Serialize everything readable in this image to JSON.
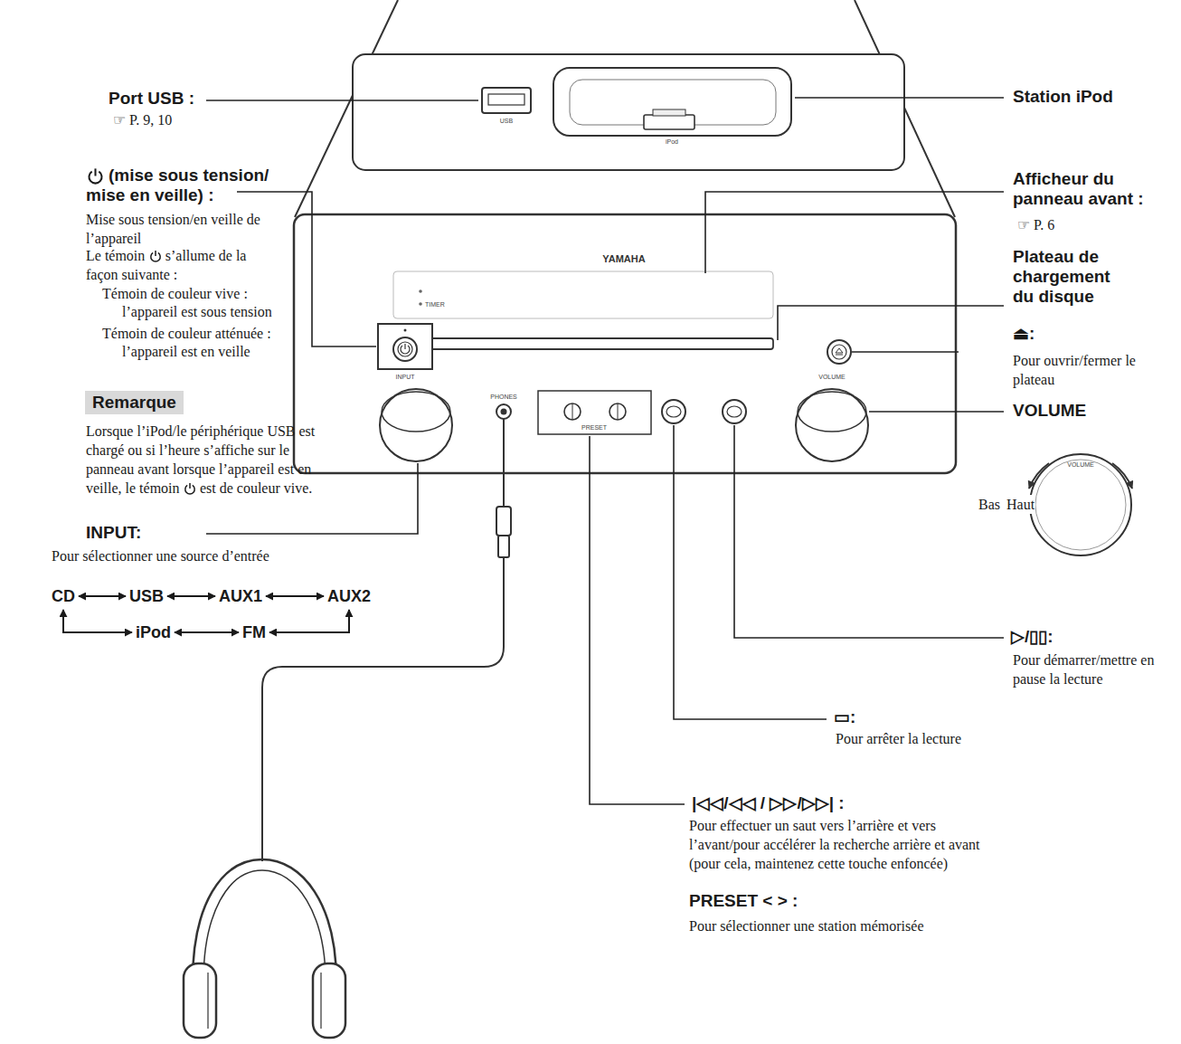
{
  "diagram": {
    "nodes": [
      {
        "text": [
          "Remarque"
        ]
      },
      {
        "text": [
          "CD"
        ]
      },
      {
        "text": [
          "USB"
        ]
      },
      {
        "text": [
          "AUX1"
        ]
      },
      {
        "text": [
          "AUX2"
        ]
      },
      {
        "text": [
          "iPod"
        ]
      },
      {
        "text": [
          "FM"
        ]
      }
    ],
    "edges": [
      {
        "from": 1,
        "to": 2,
        "arrow": "both"
      },
      {
        "from": 2,
        "to": 3,
        "arrow": "both"
      },
      {
        "from": 3,
        "to": 4,
        "arrow": "both"
      },
      {
        "from": 1,
        "to": 5,
        "arrow": "both"
      },
      {
        "from": 5,
        "to": 6,
        "arrow": "both"
      },
      {
        "from": 6,
        "to": 4,
        "arrow": "both"
      }
    ],
    "labels": [
      "Port USB :",
      "☞ P. 9, 10",
      "(mise sous tension/ mise en veille) :",
      "Mise sous tension/en veille de l’appareil",
      "Le témoin",
      "s’allume de la façon suivante :",
      "Témoin de couleur vive :",
      "l’appareil est sous tension",
      "Témoin de couleur atténuée :",
      "l’appareil est en veille",
      "Lorsque l’iPod/le périphérique USB est chargé ou si l’heure s’affiche sur le panneau avant lorsque l’appareil est en veille, le témoin",
      "est de couleur vive.",
      "INPUT:",
      "Pour sélectionner une source d’entrée",
      "Station iPod",
      "Afficheur du panneau avant :",
      "☞ P. 6",
      "Plateau de chargement du disque",
      "⏏:",
      "Pour ouvrir/fermer le plateau",
      "VOLUME",
      "Bas",
      "Haut",
      "▷/▯▯:",
      "Pour démarrer/mettre en pause la lecture",
      "▭:",
      "Pour arrêter la lecture",
      "|◁◁/◁◁ / ▷▷/▷▷| :",
      "Pour effectuer un saut vers l’arrière et vers l’avant/pour accélérer la recherche arrière et avant (pour cela, maintenez cette touche enfoncée)",
      "PRESET < > :",
      "Pour sélectionner une station mémorisée",
      "USB",
      "iPod",
      "YAMAHA",
      "TIMER",
      "INPUT",
      "PHONES",
      "PRESET",
      "VOLUME",
      "VOLUME"
    ]
  }
}
